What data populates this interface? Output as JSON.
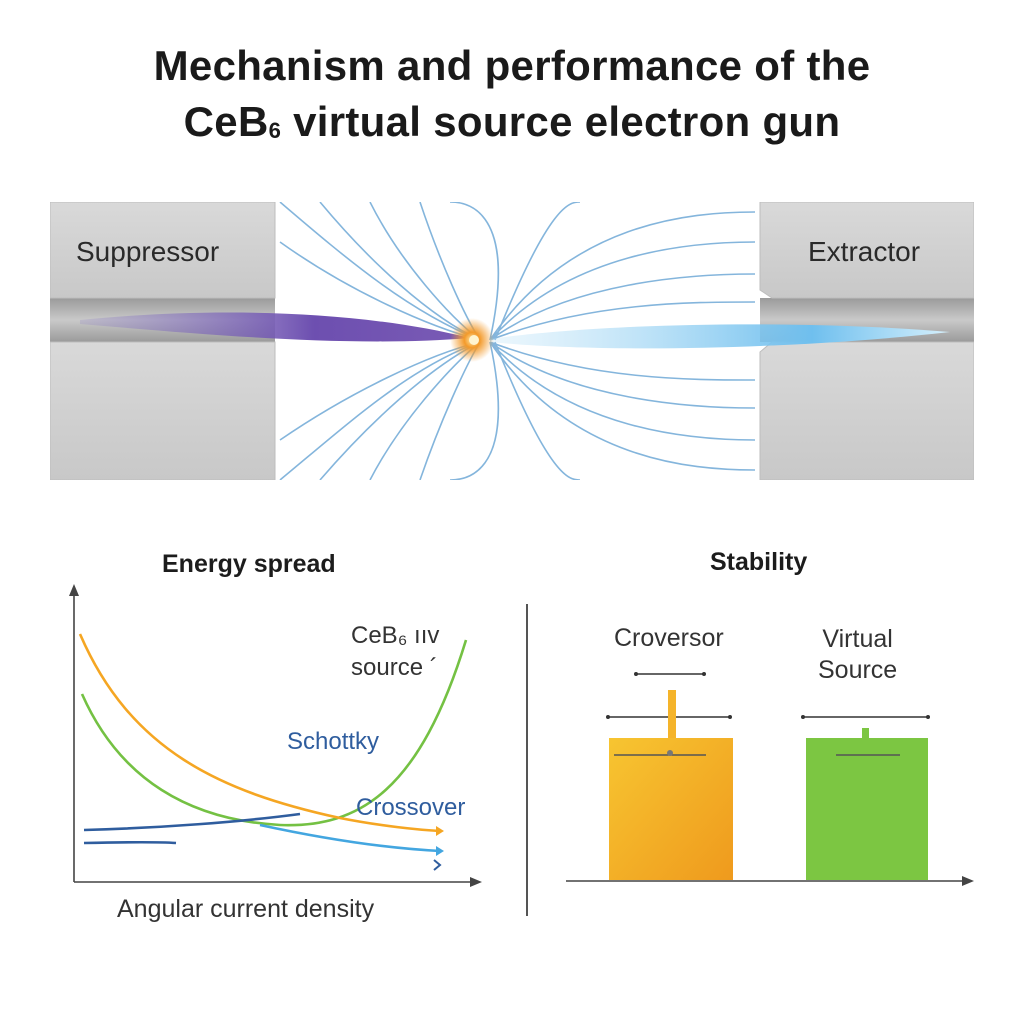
{
  "title": {
    "line1": "Mechanism and performance of the",
    "line2_pre": "CeB",
    "line2_sub": "6",
    "line2_post": " virtual source electron gun"
  },
  "diagram": {
    "left_electrode": "Suppressor",
    "right_electrode": "Extractor",
    "colors": {
      "electrode": "#d3d3d3",
      "field_lines": "#6fa9d6",
      "beam_left": "#7a5bb5",
      "emission_spot": "#f39a2b",
      "beam_right": "#7fc4ec"
    }
  },
  "energy_chart": {
    "title": "Energy spread",
    "xlabel": "Angular current density",
    "labels": {
      "ceb6": "CeB₆ ııv",
      "ceb6_2": "source ´",
      "schottky": "Schottky",
      "crossover": "Crossover"
    },
    "colors": {
      "green": "#74c143",
      "orange": "#f5a623",
      "blue": "#2f5d9e",
      "cyan": "#43a6e0"
    }
  },
  "stability_chart": {
    "title": "Stability",
    "bar1_label": "Croversor",
    "bar2_label_1": "Virtual",
    "bar2_label_2": "Source",
    "colors": {
      "bar1": "#f5b42a",
      "bar2": "#7cc642"
    }
  }
}
